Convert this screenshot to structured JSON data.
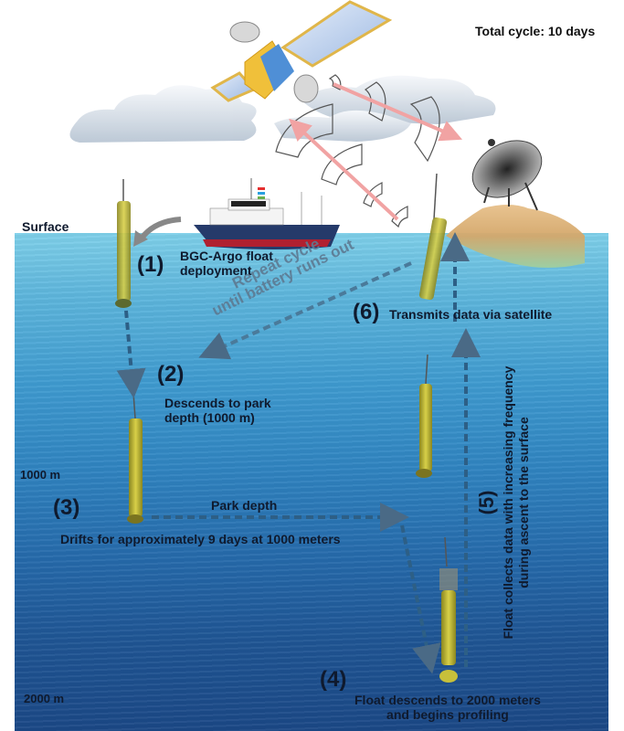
{
  "title": "Total cycle: 10 days",
  "depth_labels": {
    "surface": "Surface",
    "park": "1000 m",
    "profile": "2000 m"
  },
  "steps": [
    {
      "number": "(1)",
      "text_lines": [
        "BGC-Argo float",
        "deployment"
      ]
    },
    {
      "number": "(2)",
      "text_lines": [
        "Descends to park",
        "depth (1000 m)"
      ]
    },
    {
      "number": "(3)",
      "text_lines": [
        "Drifts for approximately 9 days at 1000 meters"
      ],
      "annotation": "Park depth"
    },
    {
      "number": "(4)",
      "text_lines": [
        "Float descends to 2000 meters",
        "and begins profiling"
      ]
    },
    {
      "number": "(5)",
      "text_lines": [
        "Float collects data with increasing frequency",
        "during ascent to the surface"
      ]
    },
    {
      "number": "(6)",
      "text_lines": [
        "Transmits data via satellite"
      ]
    }
  ],
  "repeat_note": [
    "Repeat cycle",
    "until battery runs out"
  ],
  "icons": [
    "satellite-icon",
    "cloud-icon",
    "signal-wave-icon",
    "ground-station-dish-icon",
    "research-ship-icon",
    "argo-float-icon",
    "island-icon"
  ],
  "colors": {
    "ocean_top": "#7fd0ea",
    "ocean_bottom": "#1b4886",
    "float_body": "#c9c23a",
    "dashed_arrow": "#2d5f86",
    "signal_arrow": "#f0a0a0",
    "text": "#0f1a2e"
  }
}
